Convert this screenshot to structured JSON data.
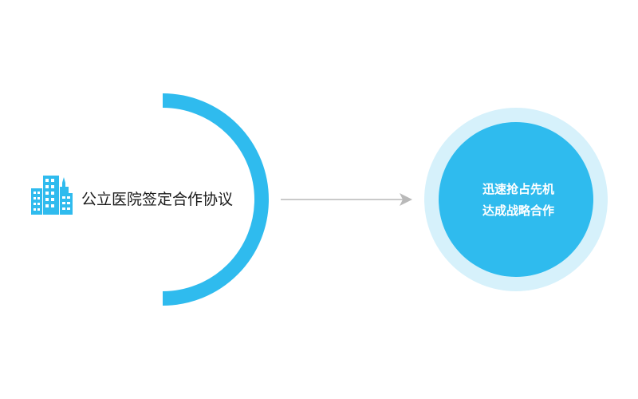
{
  "left": {
    "label": "公立医院签定合作协议",
    "icon": "buildings-icon"
  },
  "right": {
    "lines": [
      "迅速抢占先机",
      "达成战略合作"
    ]
  },
  "colors": {
    "primary": "#2fbbee",
    "halo": "#d6f1fb",
    "arrow": "#b9b9b9",
    "text": "#1a1a1a",
    "inner_text": "#ffffff"
  }
}
